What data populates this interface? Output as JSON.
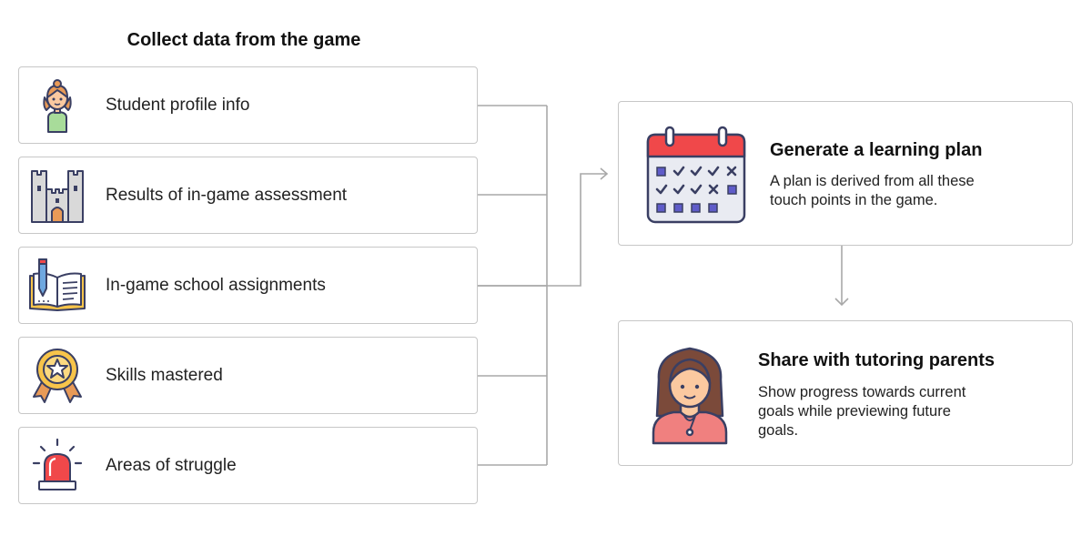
{
  "heading": "Collect data from the game",
  "sources": [
    {
      "label": "Student profile info",
      "icon": "student-girl-icon"
    },
    {
      "label": "Results of in-game assessment",
      "icon": "castle-icon"
    },
    {
      "label": "In-game school assignments",
      "icon": "notebook-pencil-icon"
    },
    {
      "label": "Skills mastered",
      "icon": "medal-star-icon"
    },
    {
      "label": "Areas of struggle",
      "icon": "alarm-siren-icon"
    }
  ],
  "plan": {
    "title": "Generate a learning plan",
    "description_lines": [
      "A plan is derived from all these",
      "touch points in the game."
    ],
    "icon": "calendar-checklist-icon"
  },
  "share": {
    "title": "Share with tutoring parents",
    "description_lines": [
      "Show progress towards current",
      "goals while previewing future",
      "goals."
    ],
    "icon": "woman-avatar-icon"
  },
  "colors": {
    "border": "#c7c7c7",
    "connector": "#a8a8a8",
    "red": "#f0484a",
    "green": "#a8dc9a",
    "skin": "#fbc9a0",
    "gold": "#f7c44a",
    "navy": "#3a3f63",
    "purple": "#5f5cc9"
  }
}
